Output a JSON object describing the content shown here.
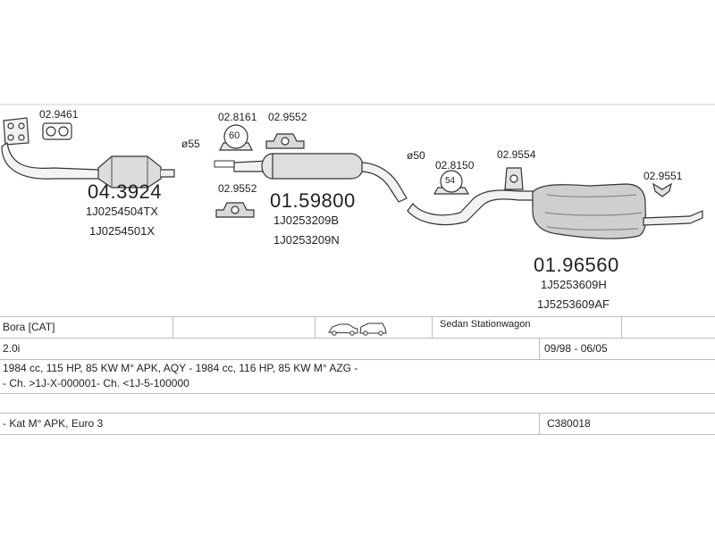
{
  "parts": {
    "flange_ref": "02.9461",
    "catalyst_no": "04.3924",
    "catalyst_oe1": "1J0254504TX",
    "catalyst_oe2": "1J0254501X",
    "diameter_front": "ø55",
    "ring_ref": "02.8161",
    "ring_size": "60",
    "front_hanger_ref": "02.9552",
    "lower_hanger_ref": "02.9552",
    "middle_no": "01.59800",
    "middle_oe1": "1J0253209B",
    "middle_oe2": "1J0253209N",
    "diameter_rear": "ø50",
    "rear_ring_ref": "02.8150",
    "rear_ring_size": "54",
    "rear_hanger_ref": "02.9554",
    "tail_hanger_ref": "02.9551",
    "rear_no": "01.96560",
    "rear_oe1": "1J5253609H",
    "rear_oe2": "1J5253609AF"
  },
  "table": {
    "model": "Bora  [CAT]",
    "body_types": "Sedan  Stationwagon",
    "engine": "2.0i",
    "period": "09/98 - 06/05",
    "engine_codes": "1984 cc, 115 HP, 85 KW M° APK, AQY - 1984 cc, 116 HP, 85 KW M° AZG -",
    "chassis": "- Ch. >1J-X-000001- Ch. <1J-5-100000",
    "notes": "- Kat M° APK, Euro 3",
    "catalog_code": "C380018"
  }
}
